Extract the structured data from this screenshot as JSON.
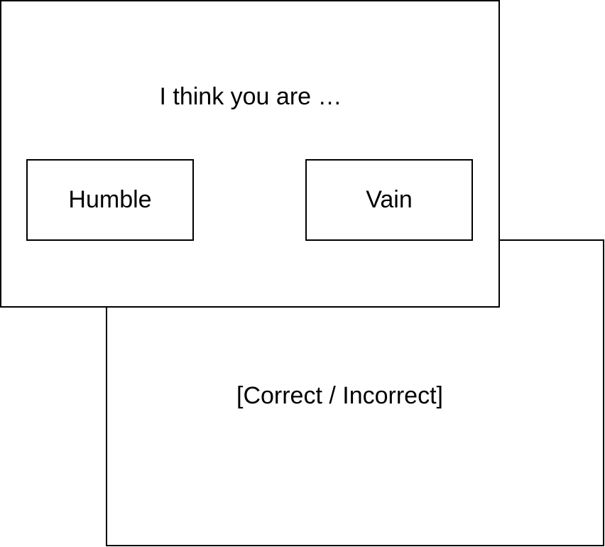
{
  "choice_screen": {
    "prompt": "I think you are …",
    "options": [
      {
        "label": "Humble"
      },
      {
        "label": "Vain"
      }
    ]
  },
  "feedback_screen": {
    "text": "[Correct / Incorrect]"
  }
}
